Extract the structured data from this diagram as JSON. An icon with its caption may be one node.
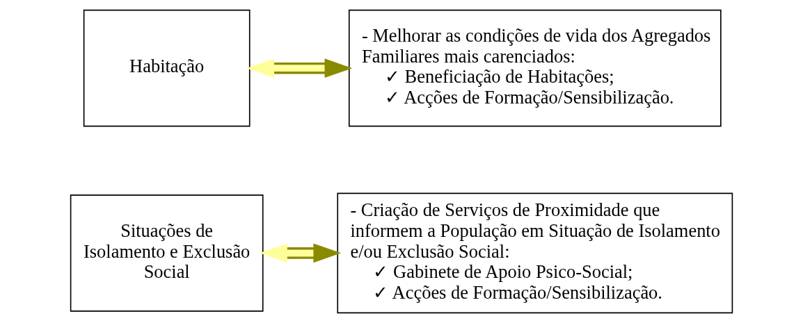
{
  "diagram": {
    "nodes": [
      {
        "text": [
          "Situações de Isolamento e Exclusão Social"
        ]
      },
      {
        "text": [
          "- Criação de Serviços de Proximidade que informem a População em Situação de Isolamento e/ou Exclusão Social:",
          "✓ Gabinete de Apoio Psico-Social;",
          "✓ Acções de Formação/Sensibilização."
        ]
      },
      {
        "text": [
          "Habitação"
        ]
      },
      {
        "text": [
          "- Melhorar as condições de vida dos Agregados Familiares mais carenciados:",
          "✓ Beneficiação de Habitações;",
          "✓ Acções de Formação/Sensibilização."
        ]
      }
    ],
    "edges": [
      {
        "from": 0,
        "to": 1,
        "arrow": "both"
      },
      {
        "from": 2,
        "to": 3,
        "arrow": "both"
      }
    ]
  }
}
